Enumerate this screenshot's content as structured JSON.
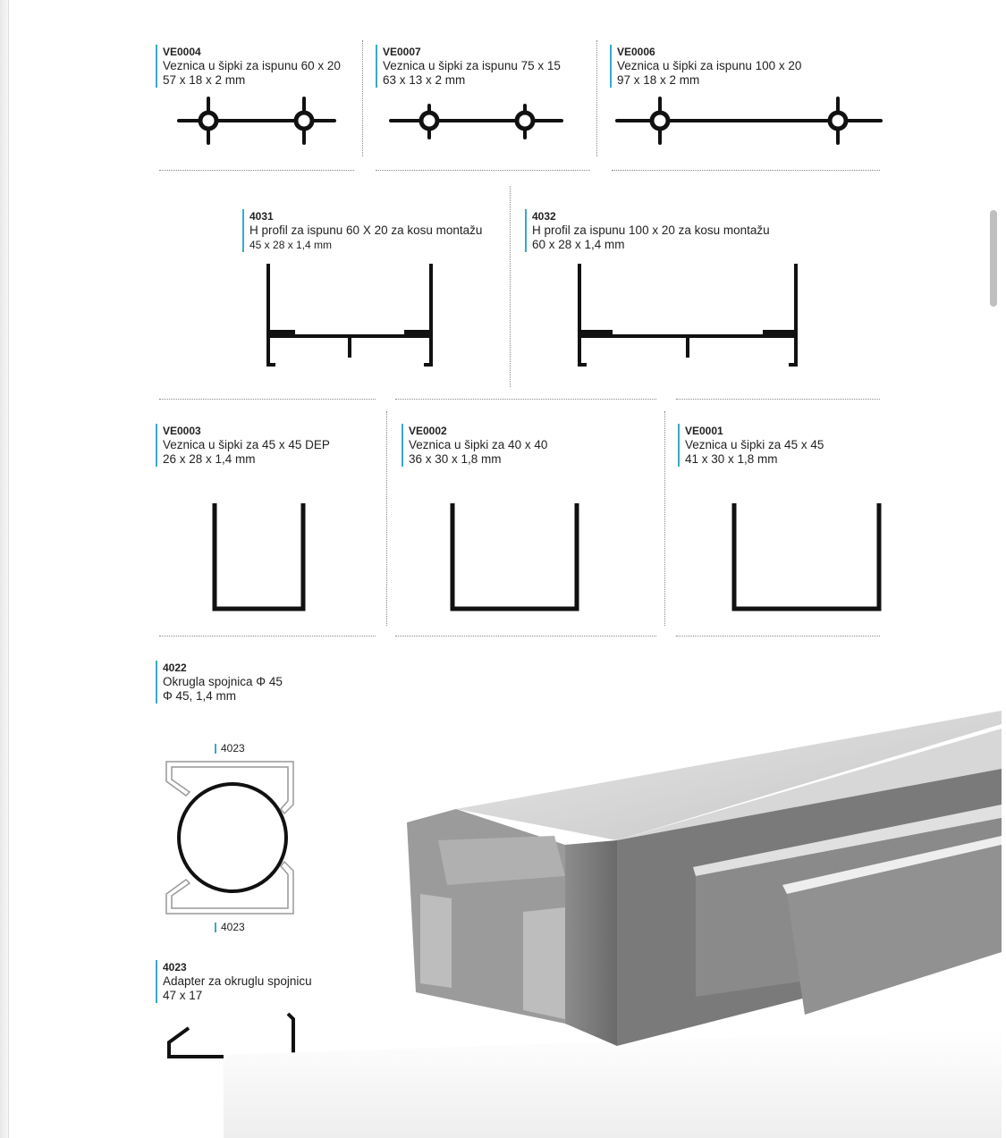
{
  "products": [
    {
      "code": "VE0004",
      "name": "Veznica u šipki za ispunu 60 x 20",
      "dims": "57 x 18 x 2 mm"
    },
    {
      "code": "VE0007",
      "name": "Veznica u šipki za ispunu 75 x 15",
      "dims": "63 x 13 x 2 mm"
    },
    {
      "code": "VE0006",
      "name": "Veznica u šipki za ispunu 100 x 20",
      "dims": "97 x 18 x 2 mm"
    },
    {
      "code": "4031",
      "name": "H profil za ispunu 60 X 20 za kosu montažu",
      "dims": "45 x 28 x 1,4 mm"
    },
    {
      "code": "4032",
      "name": "H profil za ispunu 100 x 20 za kosu montažu",
      "dims": "60 x 28 x 1,4 mm"
    },
    {
      "code": "VE0003",
      "name": "Veznica u šipki za 45 x 45 DEP",
      "dims": "26 x 28 x 1,4 mm"
    },
    {
      "code": "VE0002",
      "name": "Veznica u šipki za 40 x 40",
      "dims": "36 x 30 x 1,8 mm"
    },
    {
      "code": "VE0001",
      "name": "Veznica u šipki za 45 x 45",
      "dims": "41 x 30 x 1,8 mm"
    },
    {
      "code": "4022",
      "name": "Okrugla spojnica Φ 45",
      "dims": "Φ 45, 1,4 mm"
    },
    {
      "code": "4023",
      "name": "Adapter za okruglu spojnicu",
      "dims": "47 x 17"
    }
  ],
  "diagram_labels": {
    "top": "4023",
    "bottom": "4023"
  },
  "colors": {
    "accent": "#3aa8c8"
  }
}
